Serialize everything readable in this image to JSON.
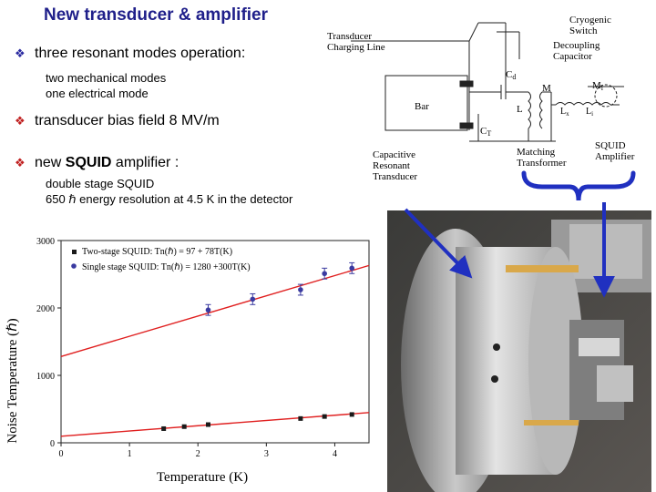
{
  "title": "New transducer & amplifier",
  "bullets": {
    "b1": {
      "bold": "three resonant modes operation",
      "rest": ":"
    },
    "b1_subs": [
      "two mechanical modes",
      "one electrical mode"
    ],
    "b2": {
      "text": "transducer bias field 8 MV/m"
    },
    "b3": {
      "pre": "new ",
      "bold": "SQUID",
      "rest": " amplifier :"
    },
    "b3_subs": [
      "double stage SQUID",
      "650 ℏ energy resolution at 4.5 K in the detector"
    ]
  },
  "circuit": {
    "labels": {
      "transducer_charging": "Transducer\nCharging Line",
      "cryogenic_switch": "Cryogenic\nSwitch",
      "decoupling": "Decoupling\nCapacitor",
      "cd": "Cd",
      "m": "M",
      "mi": "Mi",
      "l": "L",
      "lx": "Lx",
      "li": "Li",
      "bar": "Bar",
      "ct": "CT",
      "capacitive": "Capacitive\nResonant\nTransducer",
      "matching": "Matching\nTransformer",
      "squid": "SQUID\nAmplifier"
    }
  },
  "chart_data": {
    "type": "scatter",
    "title": "",
    "xlabel": "Temperature (K)",
    "ylabel": "Noise Temperature (ℏ)",
    "xlim": [
      0,
      4.5
    ],
    "ylim": [
      0,
      3000
    ],
    "xticks": [
      "0",
      "1",
      "2",
      "3",
      "4"
    ],
    "yticks": [
      "0",
      "1000",
      "2000",
      "3000"
    ],
    "legend_position": "top-left",
    "series": [
      {
        "name": "Two-stage SQUID: Tn(ℏ) = 97 + 78T(K)",
        "marker": "square",
        "color": "#1a1a1a",
        "fit": [
          97,
          78
        ],
        "x": [
          1.5,
          1.8,
          2.15,
          3.5,
          3.85,
          4.25
        ],
        "y": [
          210,
          240,
          270,
          360,
          390,
          420
        ]
      },
      {
        "name": "Single stage SQUID: Tn(ℏ) = 1280 +300T(K)",
        "marker": "circle",
        "color": "#3a3aa0",
        "fit": [
          1280,
          300
        ],
        "x": [
          2.15,
          2.8,
          3.5,
          3.85,
          4.25
        ],
        "y": [
          1970,
          2130,
          2270,
          2510,
          2590
        ],
        "err": [
          80,
          80,
          80,
          80,
          80
        ]
      }
    ],
    "fit_color": "#e02020"
  },
  "photo": {
    "alt": "transducer and SQUID hardware photograph"
  }
}
